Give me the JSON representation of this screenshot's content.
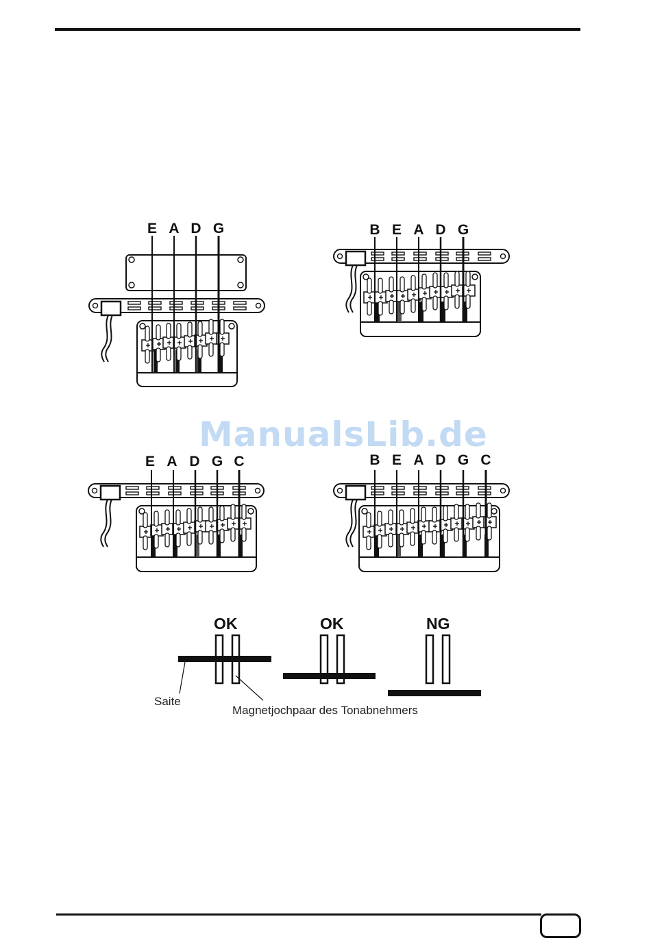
{
  "watermark": "ManualsLib.de",
  "diagram1": {
    "strings": [
      "E",
      "A",
      "D",
      "G"
    ]
  },
  "diagram2": {
    "strings": [
      "B",
      "E",
      "A",
      "D",
      "G"
    ]
  },
  "diagram3": {
    "strings": [
      "E",
      "A",
      "D",
      "G",
      "C"
    ]
  },
  "diagram4": {
    "strings": [
      "B",
      "E",
      "A",
      "D",
      "G",
      "C"
    ]
  },
  "alignment": {
    "ok1": "OK",
    "ok2": "OK",
    "ng": "NG",
    "string_caption": "Saite",
    "pole_caption": "Magnetjochpaar des Tonabnehmers"
  }
}
